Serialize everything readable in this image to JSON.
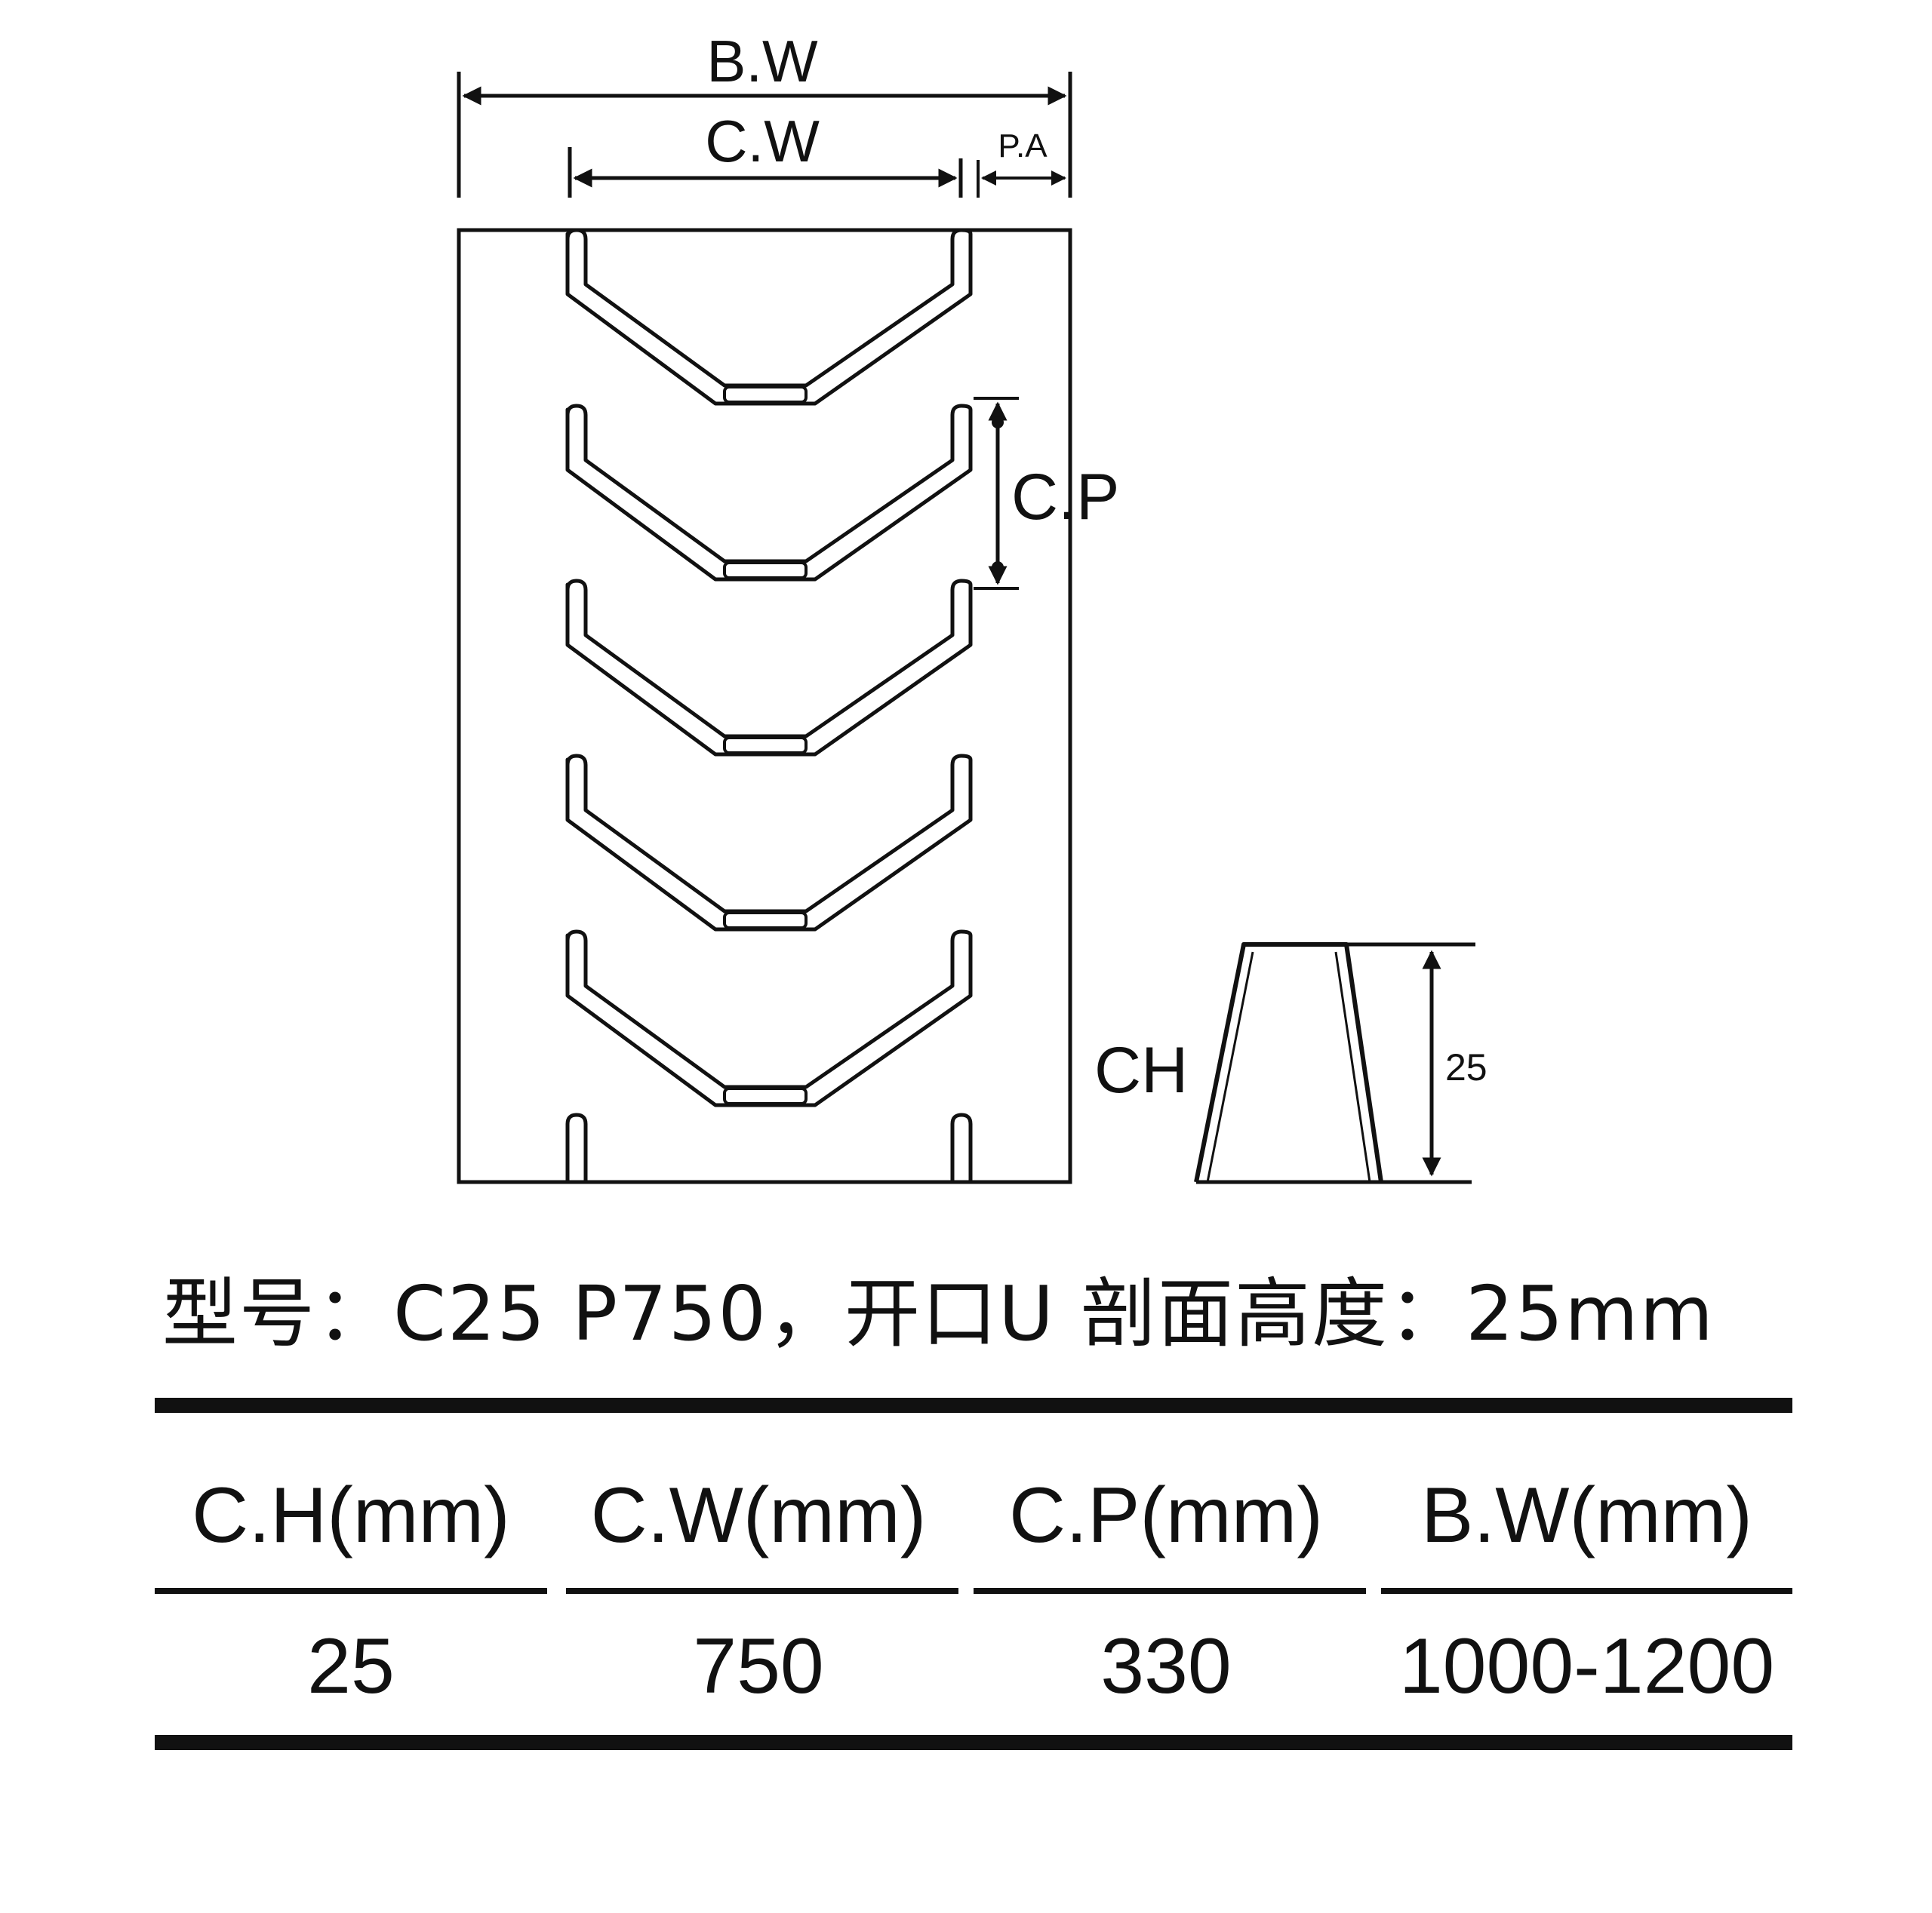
{
  "diagram": {
    "dimension_labels": {
      "belt_width": "B.W",
      "cleat_width": "C.W",
      "pa": "P.A",
      "cleat_pitch": "C.P",
      "cleat_height": "CH",
      "profile_height_value": "25"
    }
  },
  "caption": "型号：C25 P750，开口U  剖面高度：25mm",
  "table": {
    "headers": [
      "C.H(mm)",
      "C.W(mm)",
      "C.P(mm)",
      "B.W(mm)"
    ],
    "row": [
      "25",
      "750",
      "330",
      "1000-1200"
    ]
  }
}
